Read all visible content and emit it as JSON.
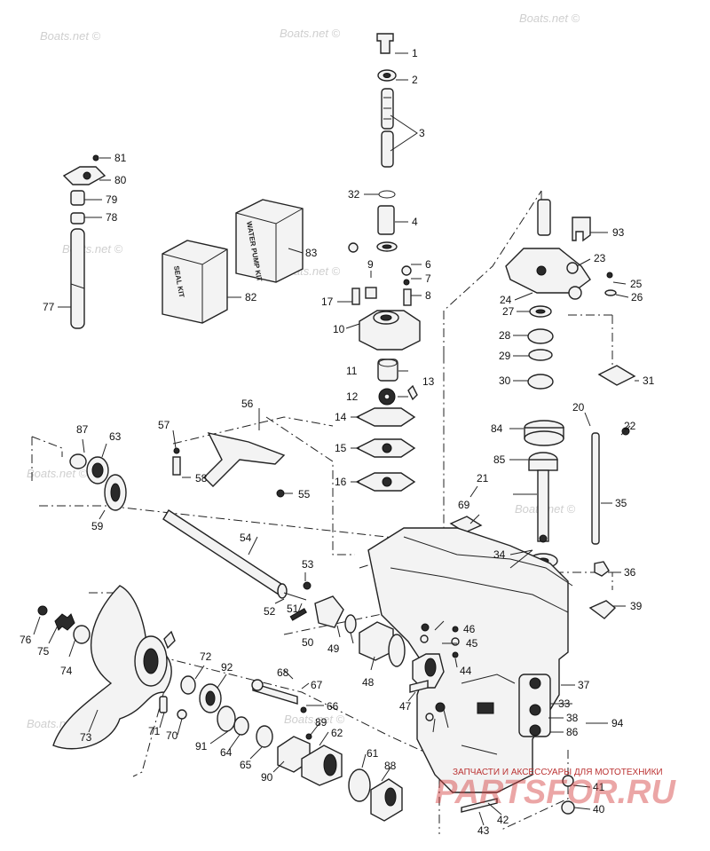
{
  "watermark": "Boats.net ©",
  "boxes": {
    "seal_kit": "SEAL KIT",
    "water_pump_kit": "WATER PUMP KIT"
  },
  "brand": {
    "tagline": "ЗАПЧАСТИ И АКСЕССУАРЫ ДЛЯ МОТОТЕХНИКИ",
    "logo": "PARTSFOR.RU",
    "color": "#d23a3a"
  },
  "callouts": [
    "1",
    "2",
    "3",
    "4",
    "6",
    "7",
    "8",
    "9",
    "10",
    "11",
    "12",
    "13",
    "14",
    "15",
    "16",
    "17",
    "20",
    "21",
    "22",
    "23",
    "24",
    "25",
    "26",
    "27",
    "28",
    "29",
    "30",
    "31",
    "32",
    "33",
    "34",
    "35",
    "36",
    "37",
    "38",
    "39",
    "40",
    "41",
    "42",
    "43",
    "44",
    "45",
    "46",
    "47",
    "48",
    "49",
    "50",
    "51",
    "52",
    "53",
    "54",
    "55",
    "56",
    "57",
    "58",
    "59",
    "61",
    "62",
    "63",
    "64",
    "65",
    "66",
    "67",
    "68",
    "69",
    "70",
    "71",
    "72",
    "73",
    "74",
    "75",
    "76",
    "77",
    "78",
    "79",
    "80",
    "81",
    "82",
    "83",
    "84",
    "85",
    "86",
    "87",
    "88",
    "89",
    "90",
    "91",
    "92",
    "93",
    "94"
  ]
}
